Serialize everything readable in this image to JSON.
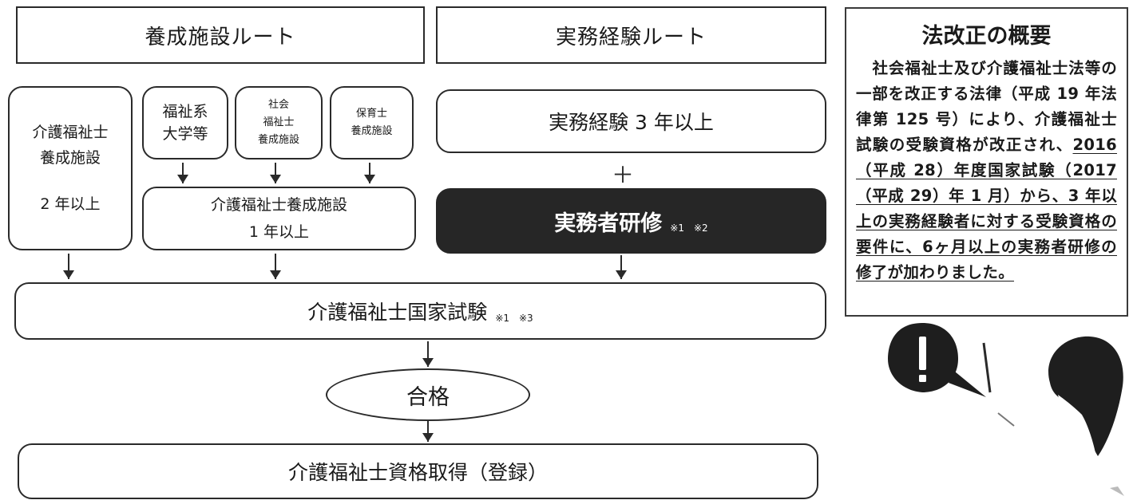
{
  "routes": {
    "training": "養成施設ルート",
    "experience": "実務経験ルート"
  },
  "training": {
    "care_school": {
      "line1": "介護福祉士",
      "line2": "養成施設",
      "years": "2 年以上"
    },
    "welfare_univ": {
      "line1": "福祉系",
      "line2": "大学等"
    },
    "social_worker": {
      "line1": "社会",
      "line2": "福祉士",
      "line3": "養成施設"
    },
    "childcare": {
      "line1": "保育士",
      "line2": "養成施設"
    },
    "care_school_1yr": {
      "line1": "介護福祉士養成施設",
      "line2": "1 年以上"
    }
  },
  "experience": {
    "work": "実務経験 3 年以上",
    "plus": "＋",
    "practitioner": "実務者研修",
    "practitioner_notes": "※1　※2"
  },
  "exam": {
    "label": "介護福祉士国家試験",
    "notes": "※1　※3"
  },
  "pass": "合格",
  "registration": "介護福祉士資格取得（登録）",
  "sidebar": {
    "title": "法改正の概要",
    "text_plain": "　社会福祉士及び介護福祉士法等の一部を改正する法律（平成 19 年法律第 125 号）により、介護福祉士試験の受験資格が改正され、",
    "text_underlined": "2016（平成 28）年度国家試験（2017（平成 29）年 1 月）から、3 年以上の実務経験者に対する受験資格の要件に、6ヶ月以上の実務者研修の修了が加わりました。"
  }
}
